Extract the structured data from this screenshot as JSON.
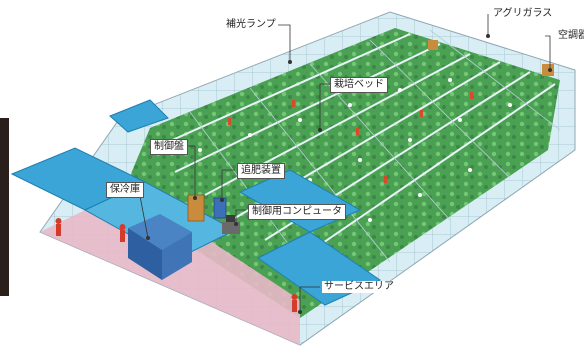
{
  "labels": {
    "supplemental_lamp": "補光ランプ",
    "agri_glass": "アグリガラス",
    "air_conditioner": "空調器",
    "cultivation_bed": "栽培ベッド",
    "control_panel": "制御盤",
    "fertilizer_unit": "追肥装置",
    "cold_storage": "保冷庫",
    "control_computer": "制御用コンピュータ",
    "service_area": "サービスエリア"
  },
  "colors": {
    "roof_blue": "#3aa5d6",
    "glass": "#cfe8ef",
    "bed_green": "#3f9a45",
    "floor_pink": "#e9b8c8",
    "frame": "#8fa6b4"
  }
}
